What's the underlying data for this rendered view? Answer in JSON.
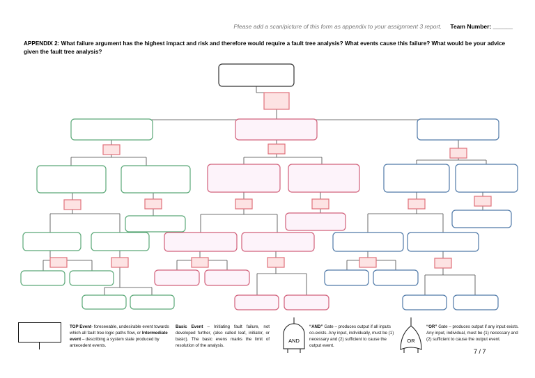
{
  "header": {
    "note": "Please add a scan/picture of this form as appendix to your assignment 3 report.",
    "team_label": "Team Number: ______"
  },
  "question": "APPENDIX 2: What failure argument has the highest impact and risk and therefore would require a fault tree analysis? What events cause this failure? What would be your advice given the fault tree analysis?",
  "colors": {
    "top": "#333333",
    "green": "#5aa877",
    "pink": "#d1607a",
    "blue": "#4f79a8",
    "gate": "#e0707a",
    "gate_fill": "#fde3e3",
    "pink_fill": "#fdf3fa",
    "line": "#444444"
  },
  "legend": {
    "top_bold": "TOP Event",
    "top_text1": "- foreseeable, undesirable event towards which all fault tree logic paths flow, or",
    "inter_bold": "Intermediate event",
    "inter_text": " – describing a system state produced by antecedent events.",
    "basic_bold": "Basic Event",
    "basic_text": " – Initiating fault failure, not developed further, (also called leaf, initiator, or basic). The basic evens marks the limit of resolution of the analysis.",
    "and_label": "AND",
    "and_bold": "“AND”",
    "and_text": " Gate – produces output if all inputs co-exists. Any input, individually, must be (1) necessary and (2) sufficient to cause the output event.",
    "or_label": "OR",
    "or_bold": "“OR”",
    "or_text": " Gate – produces output if any input exists. Any input, individual, must be (1) necessary and (2) sufficient to cause the output event."
  },
  "page": "7 / 7"
}
